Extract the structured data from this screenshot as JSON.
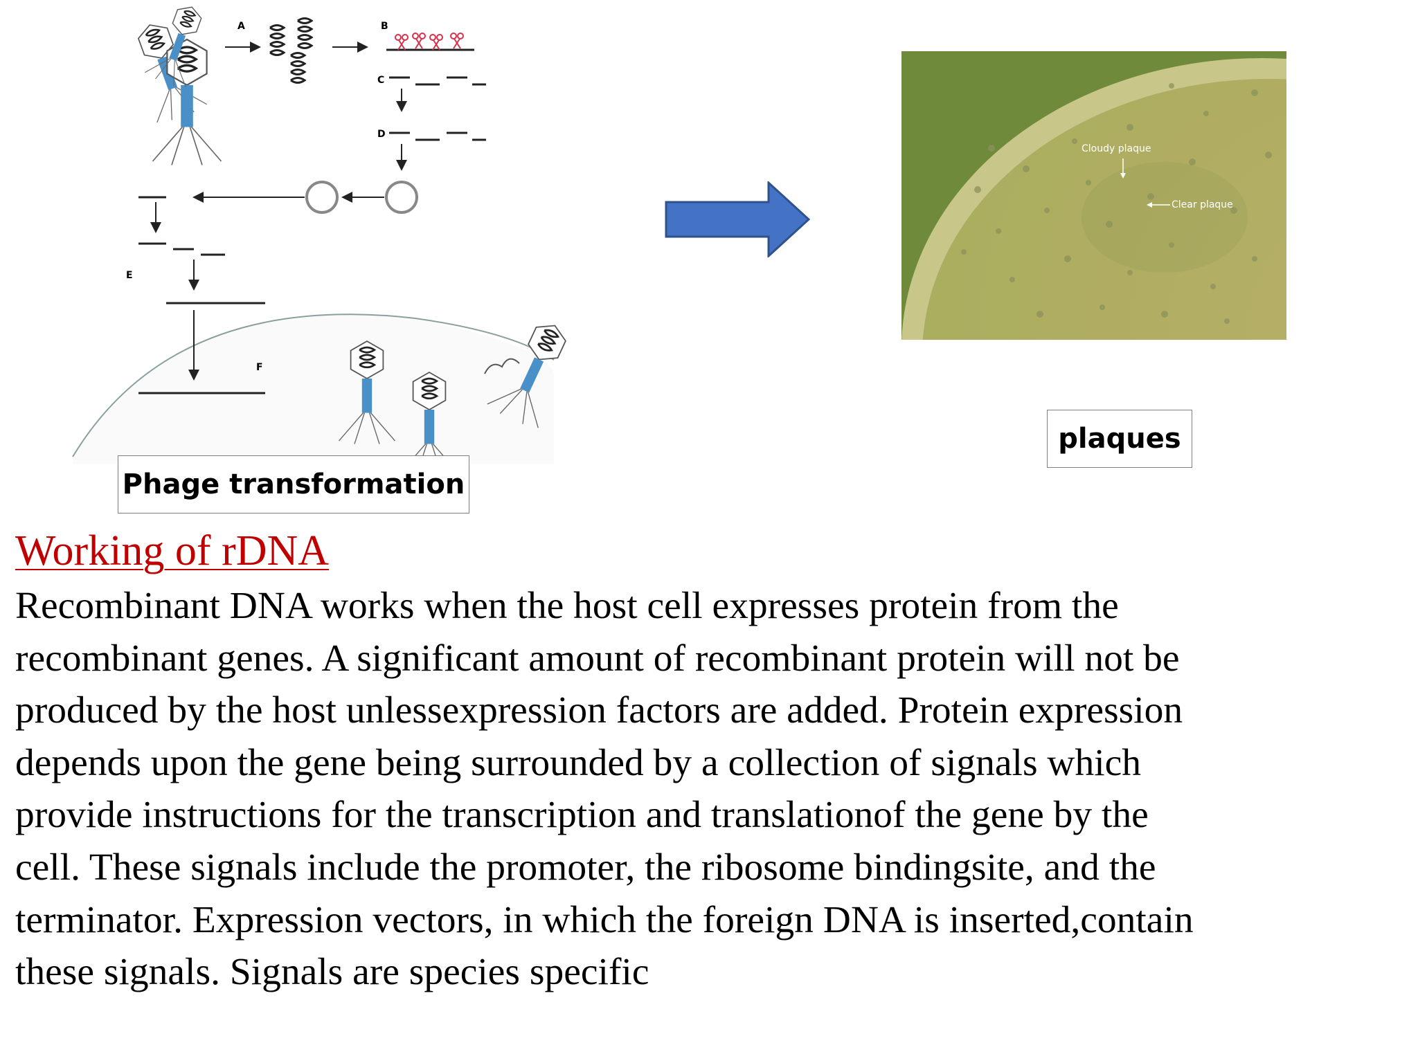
{
  "diagram": {
    "step_labels": [
      "A",
      "B",
      "C",
      "D",
      "E",
      "F"
    ]
  },
  "plate_photo": {
    "label_cloudy": "Cloudy plaque",
    "label_clear": "Clear plaque"
  },
  "captions": {
    "phage": "Phage transformation",
    "plaques": "plaques"
  },
  "heading": "Working of rDNA",
  "body_lines": [
    "Recombinant DNA works when the host cell expresses protein from the",
    "recombinant genes. A significant amount of recombinant protein will not be",
    "produced by the host unlessexpression factors are added. Protein expression",
    "depends upon the gene being surrounded by a collection of signals which",
    "provide instructions for the transcription and translationof the gene by the",
    "cell. These signals include the promoter, the ribosome bindingsite, and the",
    "terminator. Expression vectors, in which the foreign DNA is inserted,contain",
    "these signals. Signals are species specific"
  ],
  "colors": {
    "heading": "#c00000",
    "arrow_fill": "#4472c4",
    "arrow_stroke": "#2f528f",
    "phage_tail": "#4a90c8",
    "scissors": "#d9304a",
    "plate_agar": "#b5b26a"
  }
}
